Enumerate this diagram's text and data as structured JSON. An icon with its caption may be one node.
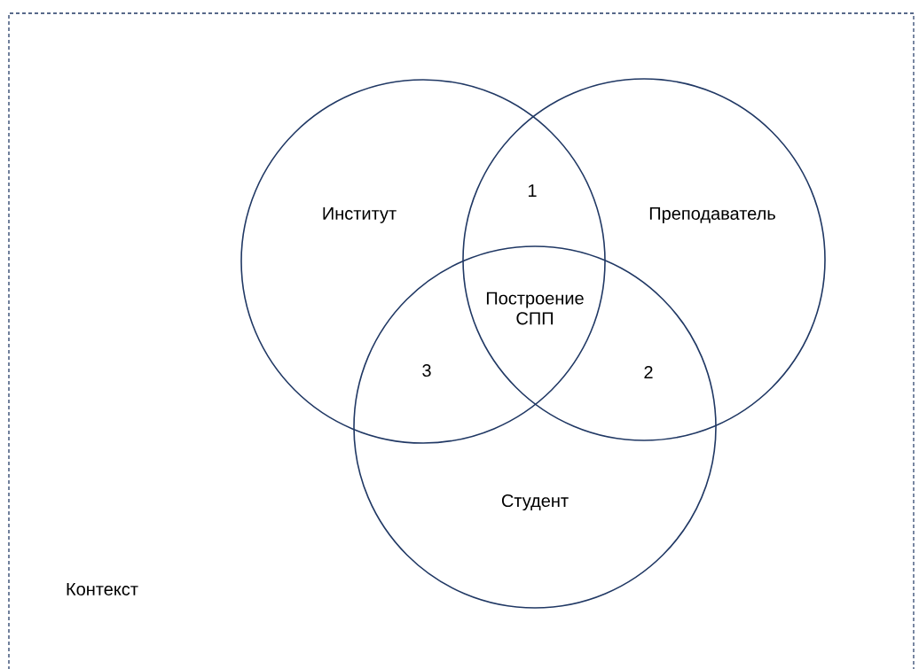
{
  "diagram": {
    "nodes": [
      {
        "text": [
          "Контекст"
        ]
      },
      {
        "text": [
          "Институт"
        ],
        "in": 0
      },
      {
        "text": [
          "Преподаватель"
        ],
        "in": 0
      },
      {
        "text": [
          "Студент"
        ],
        "in": 0
      }
    ],
    "labels": [
      "1",
      "Построение СПП",
      "3",
      "2"
    ]
  }
}
